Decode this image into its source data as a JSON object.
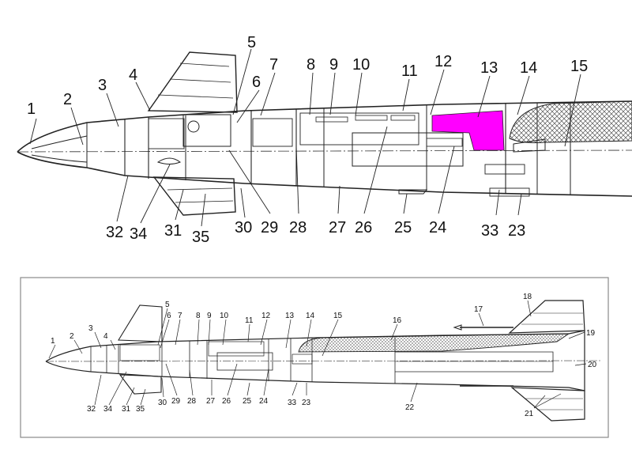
{
  "colors": {
    "highlight": "#ff00ff",
    "ink": "#222222",
    "hatch": "#555555",
    "frame": "#8a8a8a"
  },
  "detail_view": {
    "callouts": [
      "1",
      "2",
      "3",
      "4",
      "5",
      "6",
      "7",
      "8",
      "9",
      "10",
      "11",
      "12",
      "13",
      "14",
      "15",
      "32",
      "34",
      "31",
      "35",
      "30",
      "29",
      "28",
      "27",
      "26",
      "25",
      "24",
      "33",
      "23"
    ],
    "highlighted_part": "13"
  },
  "full_view": {
    "callouts": [
      "1",
      "2",
      "3",
      "4",
      "5",
      "6",
      "7",
      "8",
      "9",
      "10",
      "11",
      "12",
      "13",
      "14",
      "15",
      "16",
      "17",
      "18",
      "19",
      "20",
      "21",
      "22",
      "23",
      "24",
      "25",
      "26",
      "27",
      "28",
      "29",
      "30",
      "31",
      "32",
      "33",
      "34",
      "35"
    ]
  }
}
